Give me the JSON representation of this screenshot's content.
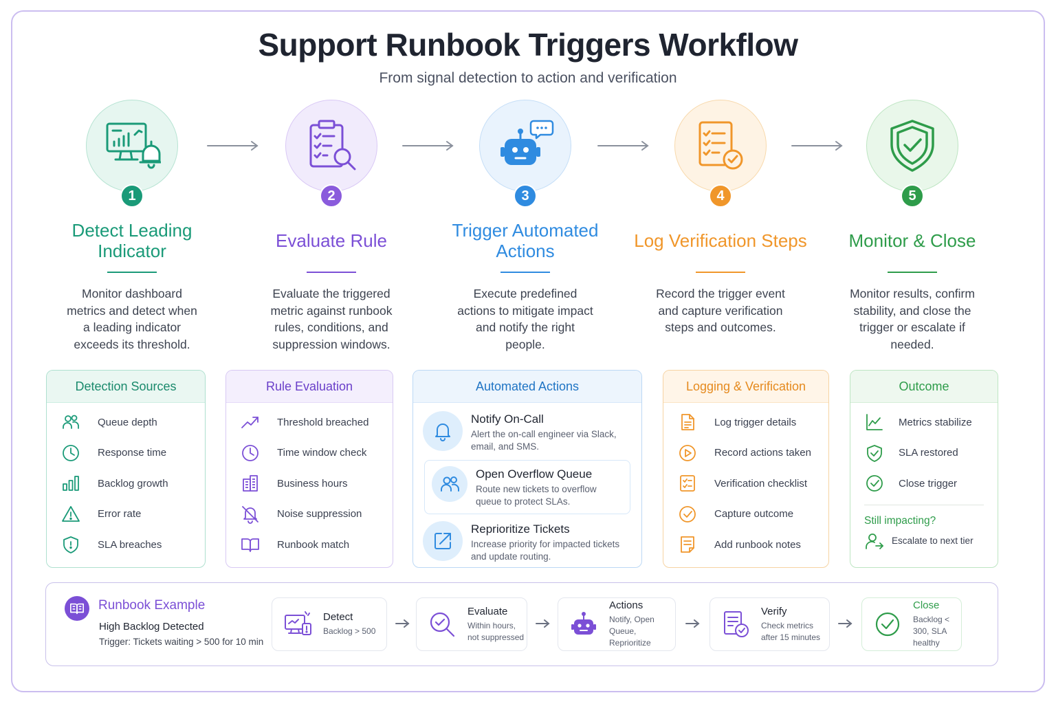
{
  "header": {
    "title": "Support Runbook Triggers Workflow",
    "subtitle": "From signal detection to action and verification"
  },
  "colors": {
    "teal": "#1a9a78",
    "purple": "#7b4fd6",
    "blue": "#2f8be0",
    "orange": "#f0962a",
    "green": "#34a853"
  },
  "steps": [
    {
      "number": "1",
      "title": "Detect Leading Indicator",
      "description": "Monitor dashboard metrics and detect when a leading indicator exceeds its threshold.",
      "icon": "dashboard-alert-icon"
    },
    {
      "number": "2",
      "title": "Evaluate Rule",
      "description": "Evaluate the triggered metric against runbook rules, conditions, and suppression windows.",
      "icon": "clipboard-search-icon"
    },
    {
      "number": "3",
      "title": "Trigger Automated Actions",
      "description": "Execute predefined actions to mitigate impact and notify the right people.",
      "icon": "robot-icon"
    },
    {
      "number": "4",
      "title": "Log Verification Steps",
      "description": "Record the trigger event and capture verification steps and outcomes.",
      "icon": "checklist-icon"
    },
    {
      "number": "5",
      "title": "Monitor & Close",
      "description": "Monitor results, confirm stability, and close the trigger or escalate if needed.",
      "icon": "shield-check-icon"
    }
  ],
  "panels": {
    "detection": {
      "title": "Detection Sources",
      "items": [
        {
          "label": "Queue depth",
          "icon": "users-icon"
        },
        {
          "label": "Response time",
          "icon": "clock-icon"
        },
        {
          "label": "Backlog growth",
          "icon": "bar-chart-icon"
        },
        {
          "label": "Error rate",
          "icon": "warning-icon"
        },
        {
          "label": "SLA breaches",
          "icon": "shield-icon"
        }
      ]
    },
    "rules": {
      "title": "Rule Evaluation",
      "items": [
        {
          "label": "Threshold breached",
          "icon": "trend-up-icon"
        },
        {
          "label": "Time window check",
          "icon": "clock-icon"
        },
        {
          "label": "Business hours",
          "icon": "building-icon"
        },
        {
          "label": "Noise suppression",
          "icon": "bell-off-icon"
        },
        {
          "label": "Runbook match",
          "icon": "book-icon"
        }
      ]
    },
    "actions": {
      "title": "Automated Actions",
      "items": [
        {
          "title": "Notify On-Call",
          "description": "Alert the on-call engineer via Slack, email, and SMS.",
          "icon": "bell-icon"
        },
        {
          "title": "Open Overflow Queue",
          "description": "Route new tickets to overflow queue to protect SLAs.",
          "icon": "team-icon"
        },
        {
          "title": "Reprioritize Tickets",
          "description": "Increase priority for impacted tickets and update routing.",
          "icon": "reroute-icon"
        }
      ]
    },
    "logging": {
      "title": "Logging & Verification",
      "items": [
        {
          "label": "Log trigger details",
          "icon": "document-icon"
        },
        {
          "label": "Record actions taken",
          "icon": "play-icon"
        },
        {
          "label": "Verification checklist",
          "icon": "checklist-icon"
        },
        {
          "label": "Capture outcome",
          "icon": "check-circle-icon"
        },
        {
          "label": "Add runbook notes",
          "icon": "notes-icon"
        }
      ]
    },
    "outcome": {
      "title": "Outcome",
      "items": [
        {
          "label": "Metrics stabilize",
          "icon": "line-chart-icon"
        },
        {
          "label": "SLA restored",
          "icon": "shield-check-icon"
        },
        {
          "label": "Close trigger",
          "icon": "check-circle-icon"
        }
      ],
      "question": "Still impacting?",
      "escalate": "Escalate to next tier"
    }
  },
  "example": {
    "label": "Runbook Example",
    "scenario": "High Backlog Detected",
    "trigger": "Trigger: Tickets waiting > 500 for 10 min",
    "steps": [
      {
        "title": "Detect",
        "detail": "Backlog > 500",
        "icon": "monitor-alert-icon"
      },
      {
        "title": "Evaluate",
        "detail": "Within hours, not suppressed",
        "icon": "search-check-icon"
      },
      {
        "title": "Actions",
        "detail": "Notify, Open Queue, Reprioritize",
        "icon": "robot-icon"
      },
      {
        "title": "Verify",
        "detail": "Check metrics after 15 minutes",
        "icon": "document-check-icon"
      },
      {
        "title": "Close",
        "detail": "Backlog < 300, SLA healthy",
        "icon": "check-circle-icon"
      }
    ]
  }
}
